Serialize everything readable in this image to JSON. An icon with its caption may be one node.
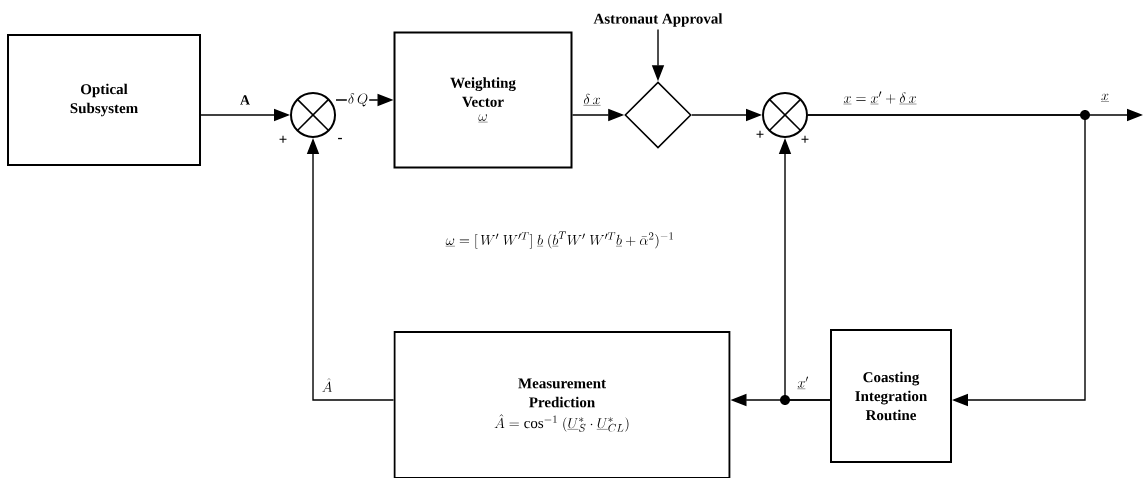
{
  "diagram": {
    "nodes": [
      {
        "text": [
          "Optical Subsystem"
        ]
      },
      {
        "text": [],
        "shape": "circle"
      },
      {
        "text": [
          "Weighting Vector",
          "\\underline{\\omega}"
        ]
      },
      {
        "text": [],
        "shape": "diamond"
      },
      {
        "text": [],
        "shape": "circle"
      },
      {
        "text": [
          "Measurement Prediction",
          "\\hat{A} = \\cos^{-1}\\ (\\underline{U}_{S}^{*}\\cdot\\underline{U}_{CL}^{*})"
        ]
      },
      {
        "text": [
          "Coasting Integration Routine"
        ]
      },
      {
        "text": [
          "Astronaut Approval"
        ]
      }
    ],
    "edges": [
      {
        "from": 0,
        "to": 1,
        "arrow": "to",
        "label": "A"
      },
      {
        "from": 1,
        "to": 2,
        "arrow": "to",
        "label": "\\delta\\, Q"
      },
      {
        "from": 2,
        "to": 3,
        "arrow": "to",
        "label": "\\underline{\\delta\\, x}"
      },
      {
        "from": 7,
        "to": 3,
        "arrow": "to"
      },
      {
        "from": 3,
        "to": 4,
        "arrow": "to"
      },
      {
        "from": 4,
        "to": null,
        "arrow": "to",
        "label": "\\underline{x}"
      },
      {
        "from": 4,
        "to": 6,
        "arrow": "to"
      },
      {
        "from": 6,
        "to": 5,
        "arrow": "to"
      },
      {
        "from": 6,
        "to": 4,
        "arrow": "to",
        "label": "\\underline{x}'"
      },
      {
        "from": 5,
        "to": 1,
        "arrow": "to",
        "label": "\\hat{A}"
      }
    ],
    "labels": [
      "\\underline{x} = \\underline{x}' + \\underline{\\delta\\, x}",
      "+",
      "-",
      "+",
      "+",
      "\\underline{\\omega} = [\\, W'\\ W'^{T}]\\ \\underline{b}\\ (\\underline{b}^{T} W'\\ W'^{T}\\underline{b} + \\bar{\\alpha}^{2})^{-1}"
    ]
  }
}
